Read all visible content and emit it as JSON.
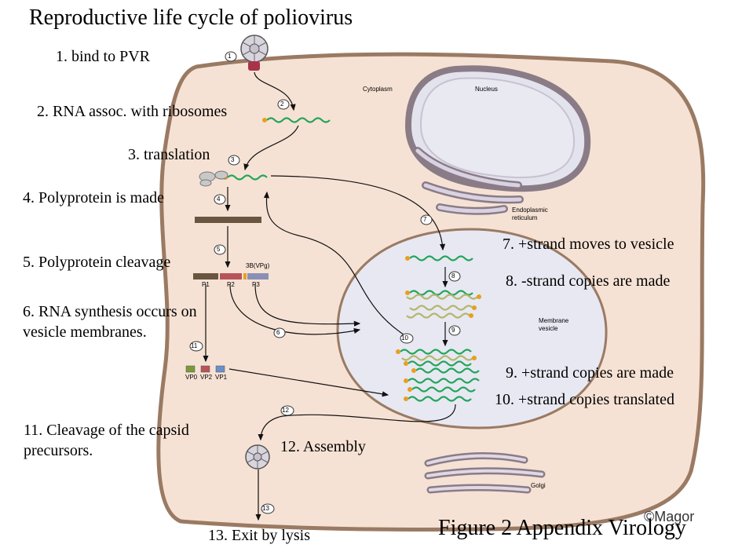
{
  "title": "Reproductive life cycle of poliovirus",
  "steps": [
    "1. bind to PVR",
    "2. RNA assoc. with ribosomes",
    "3. translation",
    "4. Polyprotein is made",
    "5. Polyprotein cleavage",
    "6. RNA synthesis occurs on",
    "vesicle membranes.",
    "7. +strand moves to vesicle",
    "8. -strand copies are made",
    "9. +strand copies are made",
    "10. +strand copies translated",
    "11. Cleavage of the capsid",
    "precursors.",
    "12. Assembly",
    "13. Exit by lysis"
  ],
  "cell_labels": {
    "cytoplasm": "Cytoplasm",
    "nucleus": "Nucleus",
    "er_1": "Endoplasmic",
    "er_2": "reticulum",
    "vesicle_1": "Membrane",
    "vesicle_2": "vesicle",
    "golgi": "Golgi"
  },
  "protein_labels": {
    "p1": "P1",
    "p2": "P2",
    "p3": "P3",
    "vpg": "3B(VPg)",
    "vp0": "VP0",
    "vp2": "VP2",
    "vp1": "VP1"
  },
  "markers": [
    "1",
    "2",
    "3",
    "4",
    "5",
    "6",
    "7",
    "8",
    "9",
    "10",
    "11",
    "12",
    "13"
  ],
  "figure_caption": "Figure 2 Appendix Virology",
  "copyright": "©Magor",
  "colors": {
    "cytoplasm": "#f5e1d3",
    "membrane": "#9a7a63",
    "nucleus": "#e6e6ef",
    "vesicle": "#e6e8f3",
    "rna_plus": "#22a55a",
    "rna_minus": "#b5b56a",
    "cap": "#e6a020",
    "polyprotein": "#6a5540",
    "p2": "#b7545a",
    "p3": "#8a8fb5"
  }
}
